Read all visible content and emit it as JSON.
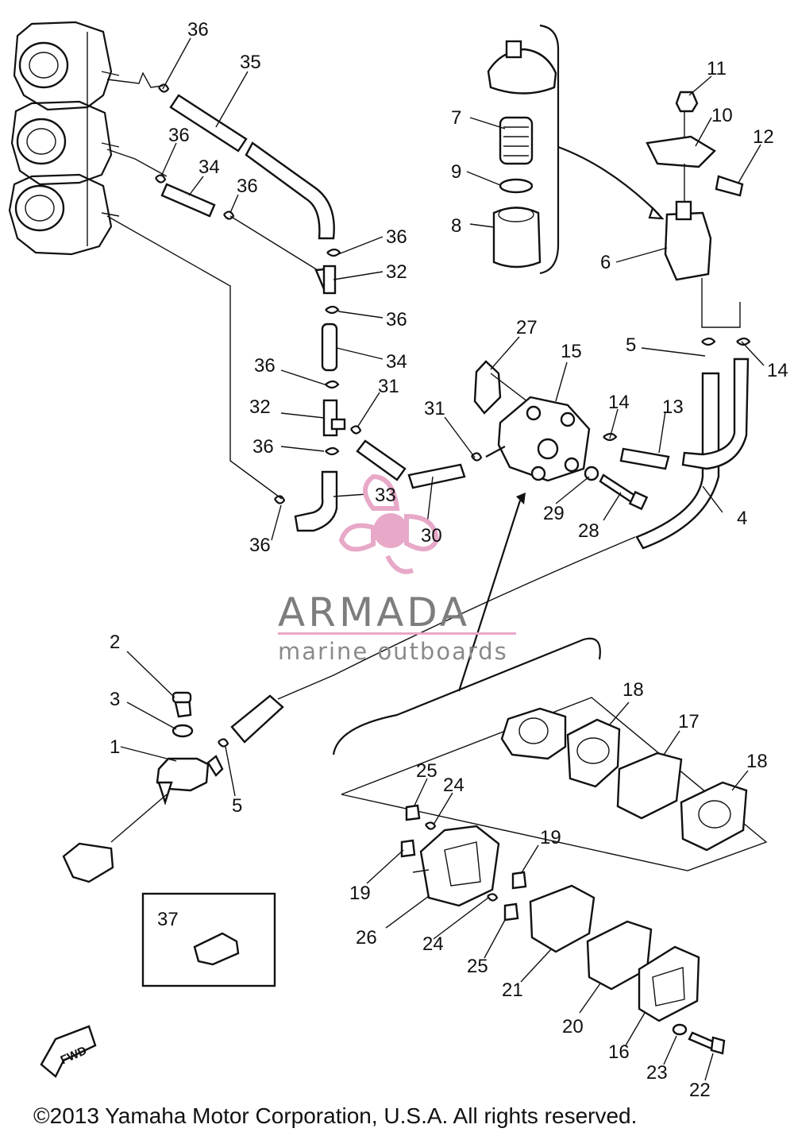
{
  "labels": {
    "l36a": "36",
    "l35": "35",
    "l36b": "36",
    "l34a": "34",
    "l36c": "36",
    "l36d": "36",
    "l32a": "32",
    "l36e": "36",
    "l34b": "34",
    "l36f": "36",
    "l31a": "31",
    "l32b": "32",
    "l36g": "36",
    "l33": "33",
    "l36h": "36",
    "l31b": "31",
    "l30": "30",
    "l27": "27",
    "l15": "15",
    "l14a": "14",
    "l13": "13",
    "l29": "29",
    "l28": "28",
    "l5a": "5",
    "l14b": "14",
    "l4": "4",
    "l7": "7",
    "l9": "9",
    "l8": "8",
    "l11": "11",
    "l10": "10",
    "l12": "12",
    "l6": "6",
    "l2": "2",
    "l3": "3",
    "l1": "1",
    "l5b": "5",
    "l37": "37",
    "l18a": "18",
    "l17": "17",
    "l18b": "18",
    "l25a": "25",
    "l24a": "24",
    "l19a": "19",
    "l19b": "19",
    "l26": "26",
    "l24b": "24",
    "l25b": "25",
    "l21": "21",
    "l20": "20",
    "l16": "16",
    "l23": "23",
    "l22": "22"
  },
  "watermark": {
    "name": "ARMADA",
    "tagline": "marine outboards",
    "color": "#e8a8c8"
  },
  "fwd_label": "FWD",
  "copyright": "©2013 Yamaha Motor Corporation, U.S.A. All rights reserved."
}
